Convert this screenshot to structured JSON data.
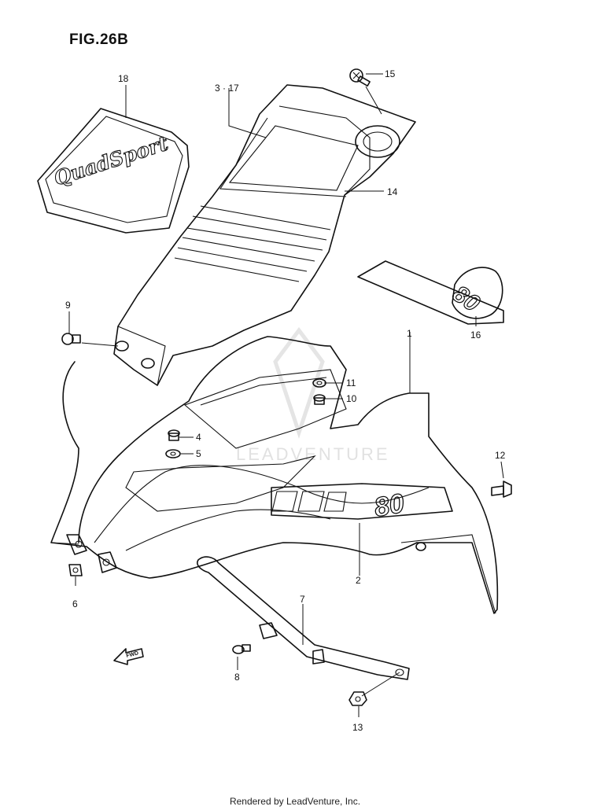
{
  "figure": {
    "title": "FIG.26B"
  },
  "footer": {
    "text": "Rendered by LeadVenture, Inc."
  },
  "watermark": {
    "text": "LEADVENTURE"
  },
  "decals": {
    "quad_sport": "QuadSport",
    "number": "80"
  },
  "fwd_arrow_label": "FWD",
  "callouts": [
    {
      "id": "1",
      "label": "1"
    },
    {
      "id": "2",
      "label": "2"
    },
    {
      "id": "3-17",
      "label": "3 · 17"
    },
    {
      "id": "4",
      "label": "4"
    },
    {
      "id": "5",
      "label": "5"
    },
    {
      "id": "6",
      "label": "6"
    },
    {
      "id": "7",
      "label": "7"
    },
    {
      "id": "8",
      "label": "8"
    },
    {
      "id": "9",
      "label": "9"
    },
    {
      "id": "10",
      "label": "10"
    },
    {
      "id": "11",
      "label": "11"
    },
    {
      "id": "12",
      "label": "12"
    },
    {
      "id": "13",
      "label": "13"
    },
    {
      "id": "14",
      "label": "14"
    },
    {
      "id": "15",
      "label": "15"
    },
    {
      "id": "16",
      "label": "16"
    },
    {
      "id": "18",
      "label": "18"
    }
  ]
}
